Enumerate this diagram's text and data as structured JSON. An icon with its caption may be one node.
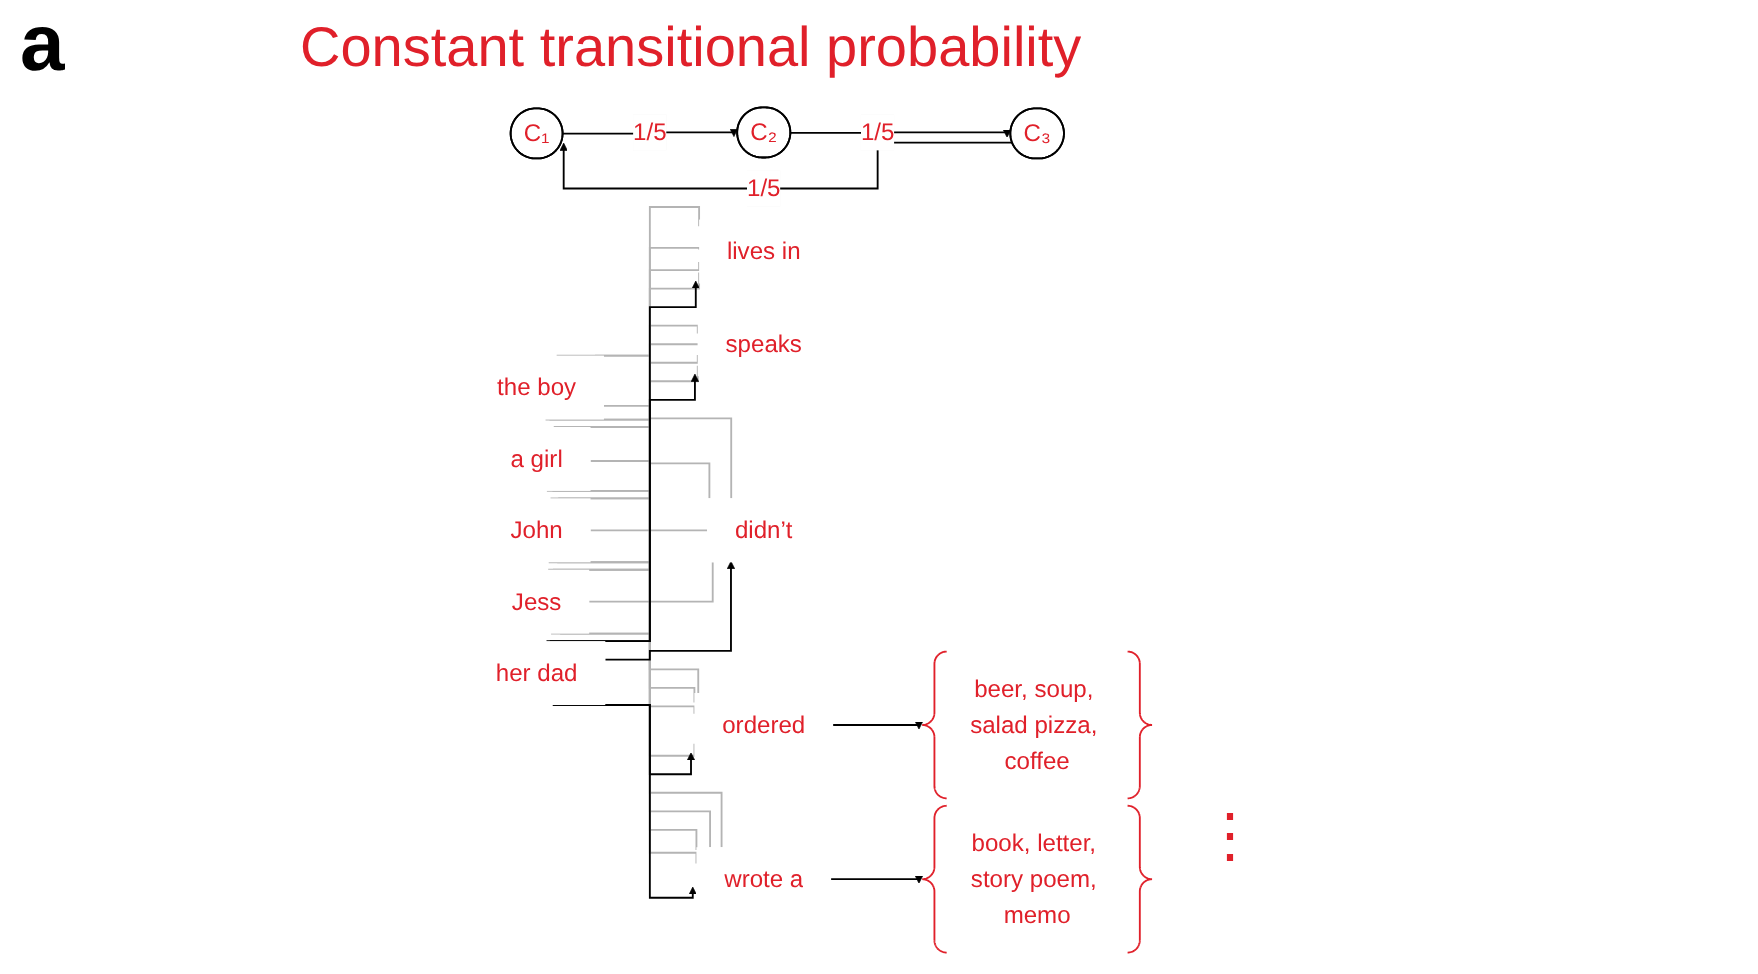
{
  "diagram": {
    "title": "Constant transitional probability",
    "nodes": [
      {
        "text": [
          "C₁"
        ]
      },
      {
        "text": [
          "C₂"
        ]
      },
      {
        "text": [
          "C₃"
        ]
      },
      {
        "text": [
          "the boy"
        ]
      },
      {
        "text": [
          "a girl"
        ]
      },
      {
        "text": [
          "her dad"
        ]
      },
      {
        "text": [
          "John"
        ]
      },
      {
        "text": [
          "Jess"
        ]
      },
      {
        "text": [
          "ordered"
        ]
      },
      {
        "text": [
          "lives in"
        ]
      },
      {
        "text": [
          "speaks"
        ]
      },
      {
        "text": [
          "didn’t"
        ]
      },
      {
        "text": [
          "wrote a"
        ]
      },
      {
        "text": [
          "beer, soup, salad pizza, coffee"
        ]
      },
      {
        "text": [
          "book, letter, story poem, memo"
        ]
      }
    ],
    "edges": [
      {
        "from": 2,
        "to": 0,
        "arrow": "to",
        "label": "1/5",
        "color": "#000000"
      },
      {
        "from": 0,
        "to": 1,
        "arrow": "to",
        "label": "1/5",
        "color": "#000000"
      },
      {
        "from": 1,
        "to": 2,
        "arrow": "to",
        "label": "1/5",
        "color": "#000000"
      },
      {
        "from": 3,
        "to": 8,
        "arrow": "none",
        "color": "#b4b4b4"
      },
      {
        "from": 3,
        "to": 9,
        "arrow": "none",
        "color": "#b4b4b4"
      },
      {
        "from": 3,
        "to": 10,
        "arrow": "none",
        "color": "#b4b4b4"
      },
      {
        "from": 3,
        "to": 11,
        "arrow": "none",
        "color": "#b4b4b4"
      },
      {
        "from": 3,
        "to": 12,
        "arrow": "none",
        "color": "#b4b4b4"
      },
      {
        "from": 4,
        "to": 8,
        "arrow": "none",
        "color": "#b4b4b4"
      },
      {
        "from": 4,
        "to": 9,
        "arrow": "none",
        "color": "#b4b4b4"
      },
      {
        "from": 4,
        "to": 10,
        "arrow": "none",
        "color": "#b4b4b4"
      },
      {
        "from": 4,
        "to": 11,
        "arrow": "none",
        "color": "#b4b4b4"
      },
      {
        "from": 4,
        "to": 12,
        "arrow": "none",
        "color": "#b4b4b4"
      },
      {
        "from": 6,
        "to": 8,
        "arrow": "none",
        "color": "#b4b4b4"
      },
      {
        "from": 6,
        "to": 9,
        "arrow": "none",
        "color": "#b4b4b4"
      },
      {
        "from": 6,
        "to": 10,
        "arrow": "none",
        "color": "#b4b4b4"
      },
      {
        "from": 6,
        "to": 11,
        "arrow": "none",
        "color": "#b4b4b4"
      },
      {
        "from": 6,
        "to": 12,
        "arrow": "none",
        "color": "#b4b4b4"
      },
      {
        "from": 7,
        "to": 8,
        "arrow": "none",
        "color": "#b4b4b4"
      },
      {
        "from": 7,
        "to": 9,
        "arrow": "none",
        "color": "#b4b4b4"
      },
      {
        "from": 7,
        "to": 10,
        "arrow": "none",
        "color": "#b4b4b4"
      },
      {
        "from": 7,
        "to": 11,
        "arrow": "none",
        "color": "#b4b4b4"
      },
      {
        "from": 7,
        "to": 12,
        "arrow": "none",
        "color": "#b4b4b4"
      },
      {
        "from": 5,
        "to": 8,
        "arrow": "to",
        "color": "#000000"
      },
      {
        "from": 5,
        "to": 9,
        "arrow": "to",
        "color": "#000000"
      },
      {
        "from": 5,
        "to": 10,
        "arrow": "to",
        "color": "#000000"
      },
      {
        "from": 5,
        "to": 11,
        "arrow": "to",
        "color": "#000000"
      },
      {
        "from": 5,
        "to": 12,
        "arrow": "to",
        "color": "#000000"
      },
      {
        "from": 8,
        "to": 13,
        "arrow": "to",
        "color": "#000000"
      },
      {
        "from": 12,
        "to": 14,
        "arrow": "to",
        "color": "#000000"
      }
    ],
    "labels": [
      "a",
      "⋮"
    ]
  }
}
